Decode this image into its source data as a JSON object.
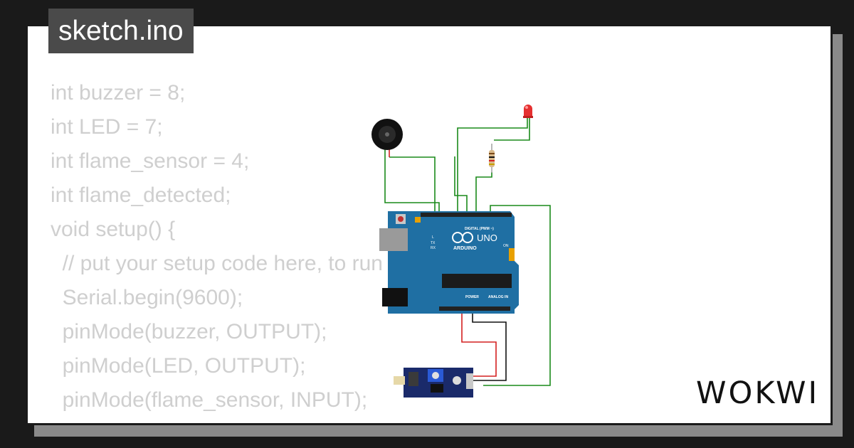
{
  "tab": {
    "filename": "sketch.ino"
  },
  "code_lines": [
    "int buzzer = 8;",
    "int LED = 7;",
    "int flame_sensor = 4;",
    "int flame_detected;",
    "void setup() {",
    "  // put your setup code here, to run once:",
    "  Serial.begin(9600);",
    "  pinMode(buzzer, OUTPUT);",
    "  pinMode(LED, OUTPUT);",
    "  pinMode(flame_sensor, INPUT);"
  ],
  "board": {
    "model": "UNO",
    "brand": "ARDUINO",
    "labels": {
      "digital": "DIGITAL (PWM ~)",
      "power": "POWER",
      "analog": "ANALOG IN",
      "on": "ON",
      "tx": "TX",
      "rx": "RX",
      "l": "L"
    }
  },
  "brand_logo": "WOKWI",
  "colors": {
    "wire_green": "#1a8a1a",
    "wire_red": "#d42020",
    "wire_black": "#111111",
    "board_blue": "#1f6fa3",
    "code_gray": "#cfcfcf",
    "tab_bg": "#4a4a4a"
  }
}
